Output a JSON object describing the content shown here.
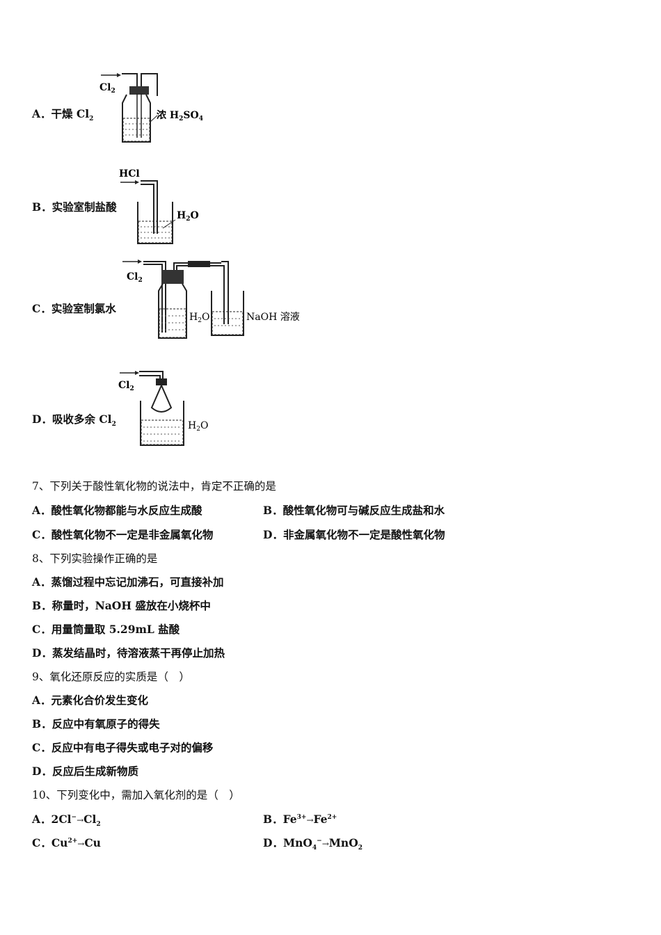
{
  "figure_options": [
    {
      "letter": "A．",
      "text": "干燥 Cl",
      "sub": "2",
      "label_gas": "Cl",
      "label_gas_sub": "2",
      "label_liquid": "浓 H",
      "label_liquid_sub": "2",
      "label_liquid_rest": "SO",
      "label_liquid_sub2": "4"
    },
    {
      "letter": "B．",
      "text": "实验室制盐酸",
      "label_gas": "HCl",
      "label_liquid": "H",
      "label_liquid_sub": "2",
      "label_liquid_rest": "O"
    },
    {
      "letter": "C．",
      "text": "实验室制氯水",
      "label_gas": "Cl",
      "label_gas_sub": "2",
      "label_liquid": "H",
      "label_liquid_sub": "2",
      "label_liquid_rest": "O",
      "label_naoh": "NaOH 溶液"
    },
    {
      "letter": "D．",
      "text": "吸收多余 Cl",
      "sub": "2",
      "label_gas": "Cl",
      "label_gas_sub": "2",
      "label_liquid": "H",
      "label_liquid_sub": "2",
      "label_liquid_rest": "O"
    }
  ],
  "q7": {
    "stem": "7、下列关于酸性氧化物的说法中，肯定不正确的是",
    "A": "A．酸性氧化物都能与水反应生成酸",
    "B": "B．酸性氧化物可与碱反应生成盐和水",
    "C": "C．酸性氧化物不一定是非金属氧化物",
    "D": "D．非金属氧化物不一定是酸性氧化物"
  },
  "q8": {
    "stem": "8、下列实验操作正确的是",
    "A": "A．蒸馏过程中忘记加沸石，可直接补加",
    "B": "B．称量时，NaOH 盛放在小烧杯中",
    "C": "C．用量筒量取 5.29mL 盐酸",
    "D": "D．蒸发结晶时，待溶液蒸干再停止加热"
  },
  "q9": {
    "stem": "9、氧化还原反应的实质是（　）",
    "A": "A．元素化合价发生变化",
    "B": "B．反应中有氧原子的得失",
    "C": "C．反应中有电子得失或电子对的偏移",
    "D": "D．反应后生成新物质"
  },
  "q10": {
    "stem": "10、下列变化中，需加入氧化剂的是（　）",
    "A": {
      "letter": "A．",
      "p1": "2Cl",
      "sup1": "−",
      "arrow": "→",
      "p2": "Cl",
      "sub2": "2"
    },
    "B": {
      "letter": "B．",
      "p1": "Fe",
      "sup1": "3+",
      "arrow": "→",
      "p2": "Fe",
      "sup2": "2+"
    },
    "C": {
      "letter": "C．",
      "p1": "Cu",
      "sup1": "2+",
      "arrow": "→",
      "p2": "Cu"
    },
    "D": {
      "letter": "D．",
      "p1": "MnO",
      "sub1": "4",
      "sup1": "−",
      "arrow": "→",
      "p2": "MnO",
      "sub2": "2"
    }
  }
}
